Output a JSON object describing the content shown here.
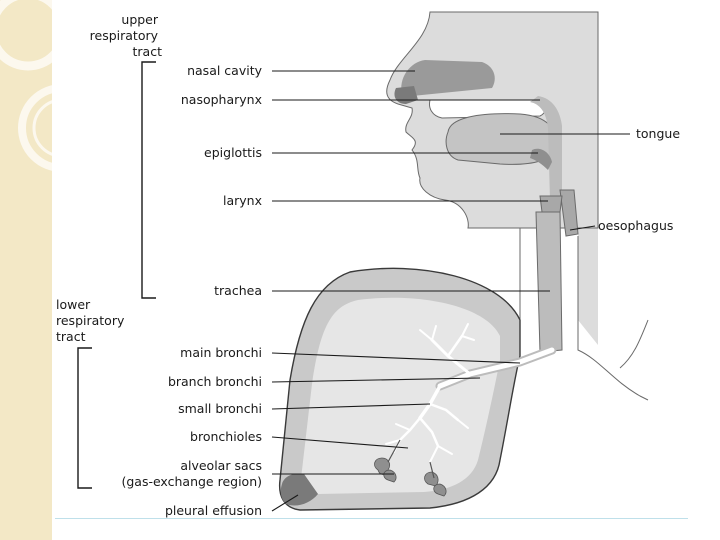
{
  "slide": {
    "background": "#ffffff",
    "sidebar_color": "#f3e8c6",
    "rule_color": "#bfe0ea"
  },
  "groups": {
    "upper": [
      "upper",
      "respiratory",
      "tract"
    ],
    "lower": [
      "lower",
      "respiratory",
      "tract"
    ]
  },
  "labels": {
    "nasal_cavity": "nasal cavity",
    "nasopharynx": "nasopharynx",
    "epiglottis": "epiglottis",
    "larynx": "larynx",
    "trachea": "trachea",
    "tongue": "tongue",
    "oesophagus": "oesophagus",
    "main_bronchi": "main bronchi",
    "branch_bronchi": "branch bronchi",
    "small_bronchi": "small bronchi",
    "bronchioles": "bronchioles",
    "alveolar_sacs": "alveolar sacs",
    "gas_exchange": "(gas-exchange region)",
    "pleural_effusion": "pleural effusion"
  },
  "colors": {
    "head_fill": "#dcdcdc",
    "airway_fill": "#bcbcbc",
    "lung_fill": "#c9c9c9",
    "lung_inner": "#e6e6e6",
    "effusion_fill": "#7a7a7a",
    "ink": "#1a1a1a"
  }
}
